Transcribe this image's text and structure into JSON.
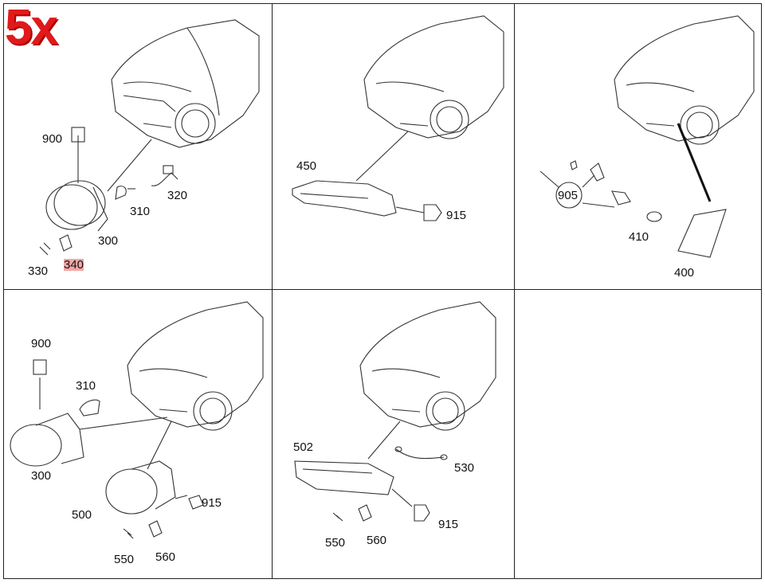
{
  "badge": {
    "text": "5x",
    "color": "#e01a1a"
  },
  "highlight_color": "#f4a6a6",
  "panels": [
    {
      "id": "fog-lamp-assembly-top-left",
      "labels": {
        "l900": "900",
        "l310": "310",
        "l320": "320",
        "l300": "300",
        "l330": "330",
        "l340": "340"
      },
      "highlighted": "340"
    },
    {
      "id": "daytime-running-light-top-middle",
      "labels": {
        "l450": "450",
        "l915": "915"
      }
    },
    {
      "id": "side-marker-top-right",
      "labels": {
        "l905": "905",
        "l410": "410",
        "l400": "400"
      }
    },
    {
      "id": "fog-lamp-bottom-left",
      "labels": {
        "l900": "900",
        "l310": "310",
        "l300": "300",
        "l500": "500",
        "l915": "915",
        "l550": "550",
        "l560": "560"
      }
    },
    {
      "id": "drl-strip-bottom-middle",
      "labels": {
        "l502": "502",
        "l530": "530",
        "l915": "915",
        "l550": "550",
        "l560": "560"
      }
    },
    {
      "id": "empty-bottom-right",
      "labels": {}
    }
  ]
}
